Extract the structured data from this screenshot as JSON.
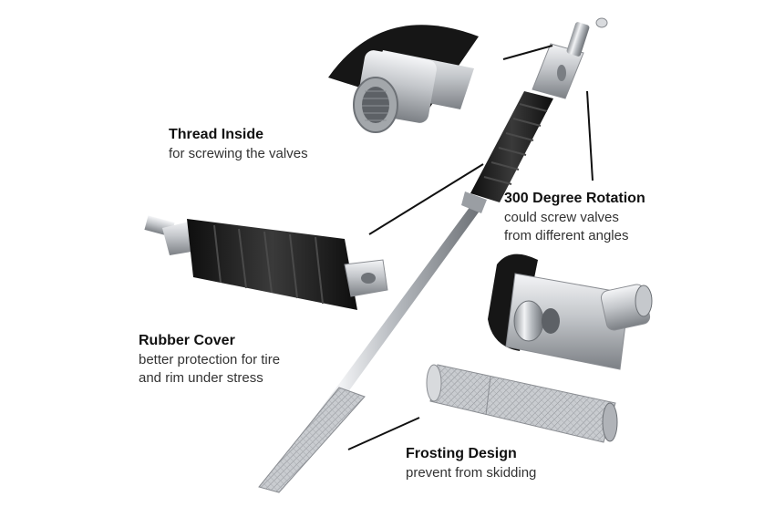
{
  "features": {
    "thread": {
      "title": "Thread Inside",
      "desc": "for screwing the valves"
    },
    "rotation": {
      "title": "300 Degree Rotation",
      "desc": "could screw valves\nfrom different angles"
    },
    "rubber": {
      "title": "Rubber Cover",
      "desc": "better protection for tire\nand rim under stress"
    },
    "frosting": {
      "title": "Frosting Design",
      "desc": "prevent from skidding"
    }
  },
  "colors": {
    "chrome": "#c9ccd0",
    "rubber": "#1c1c1c",
    "text": "#222222"
  }
}
